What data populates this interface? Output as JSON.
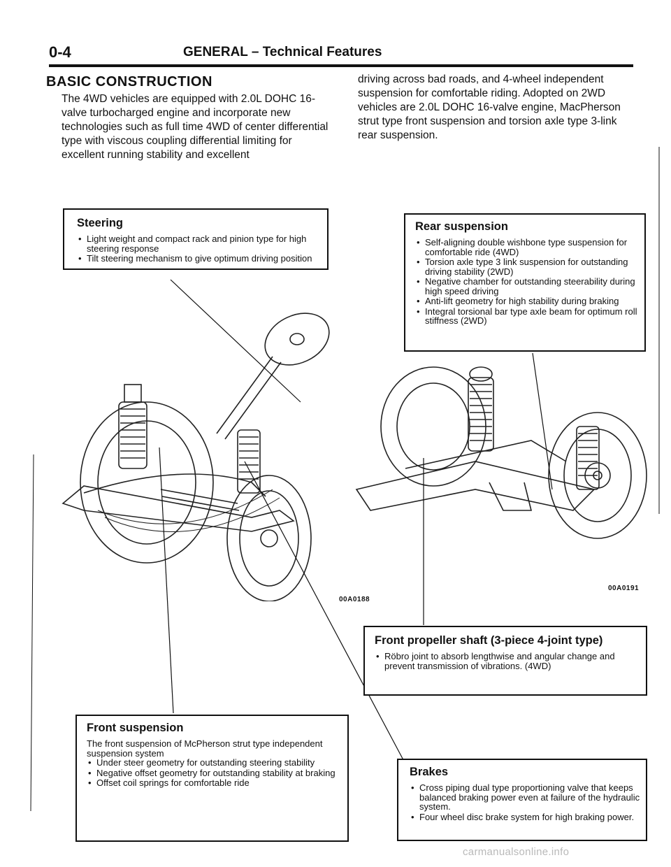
{
  "header": {
    "page_number": "0-4",
    "title": "GENERAL –",
    "subtitle": "Technical Features"
  },
  "section_title": "BASIC CONSTRUCTION",
  "intro_left": "The 4WD vehicles are equipped with 2.0L DOHC 16-valve turbocharged engine and incorporate new technologies such as full time 4WD of center differential type with viscous coupling differential limiting for excellent running stability and excellent",
  "intro_right": "driving across bad roads, and 4-wheel independent suspension for comfortable riding. Adopted on 2WD vehicles are 2.0L DOHC 16-valve engine, MacPherson strut type front suspension and torsion axle type 3-link rear suspension.",
  "steering": {
    "title": "Steering",
    "items": [
      "Light weight and compact rack and pinion type for high steering response",
      "Tilt steering mechanism to give optimum driving position"
    ]
  },
  "rear_suspension": {
    "title": "Rear suspension",
    "items": [
      "Self-aligning double wishbone type suspension for comfortable ride (4WD)",
      "Torsion axle type 3 link suspension for outstanding driving stability (2WD)",
      "Negative chamber for outstanding steerability during high speed driving",
      "Anti-lift geometry for high stability during braking",
      "Integral torsional bar type axle beam for optimum roll stiffness (2WD)"
    ]
  },
  "propeller_shaft": {
    "title": "Front propeller shaft (3-piece 4-joint type)",
    "items": [
      "Röbro joint to absorb lengthwise and angular change and prevent transmission of vibrations. (4WD)"
    ]
  },
  "front_suspension": {
    "title": "Front suspension",
    "intro": "The front suspension of McPherson strut type independent suspension system",
    "items": [
      "Under steer geometry for outstanding steering stability",
      "Negative offset geometry for outstanding stability at braking",
      "Offset coil springs for comfortable ride"
    ]
  },
  "brakes": {
    "title": "Brakes",
    "items": [
      "Cross piping dual type proportioning valve that keeps balanced braking power even at failure of the hydraulic system.",
      "Four wheel disc brake system for high braking power."
    ]
  },
  "figure_refs": {
    "left": "00A0188",
    "right": "00A0191"
  },
  "watermark": "carmanualsonline.info"
}
